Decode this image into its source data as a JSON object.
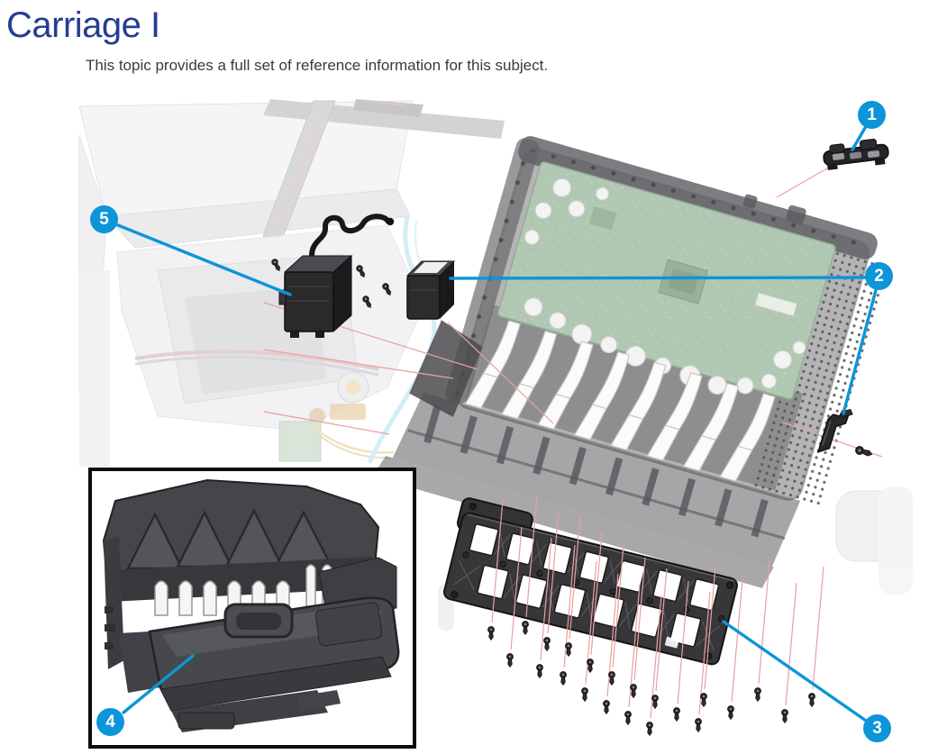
{
  "page": {
    "title": "Carriage I",
    "intro": "This topic provides a full set of reference information for this subject."
  },
  "figure": {
    "callouts": [
      {
        "label": "1"
      },
      {
        "label": "2"
      },
      {
        "label": "3"
      },
      {
        "label": "4"
      },
      {
        "label": "5"
      }
    ]
  },
  "colors": {
    "heading_blue": "#243d92",
    "callout_blue": "#0c95d8",
    "leader_red": "#e9a0a0"
  }
}
